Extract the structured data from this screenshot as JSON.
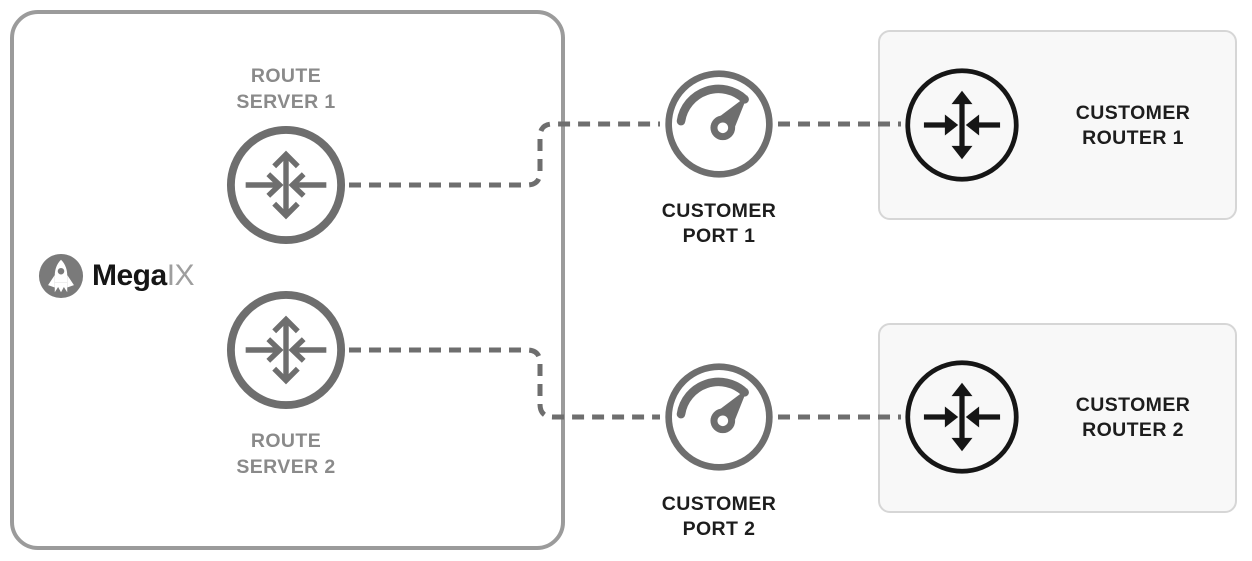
{
  "logo": {
    "brand_bold": "Mega",
    "brand_light": "IX",
    "icon": "rocket-icon"
  },
  "route_servers": [
    {
      "line1": "ROUTE",
      "line2": "SERVER 1"
    },
    {
      "line1": "ROUTE",
      "line2": "SERVER 2"
    }
  ],
  "customer_ports": [
    {
      "line1": "CUSTOMER",
      "line2": "PORT 1"
    },
    {
      "line1": "CUSTOMER",
      "line2": "PORT 2"
    }
  ],
  "customer_routers": [
    {
      "line1": "CUSTOMER",
      "line2": "ROUTER 1"
    },
    {
      "line1": "CUSTOMER",
      "line2": "ROUTER 2"
    }
  ],
  "colors": {
    "icon_gray": "#6e6e6e",
    "exchange_box_border": "#9b9b9b",
    "route_server_label": "#8a8a8a",
    "text_dark": "#1d1d1d",
    "panel_fill": "#f8f8f8",
    "panel_border": "#d6d6d6",
    "router_icon_black": "#161616"
  }
}
